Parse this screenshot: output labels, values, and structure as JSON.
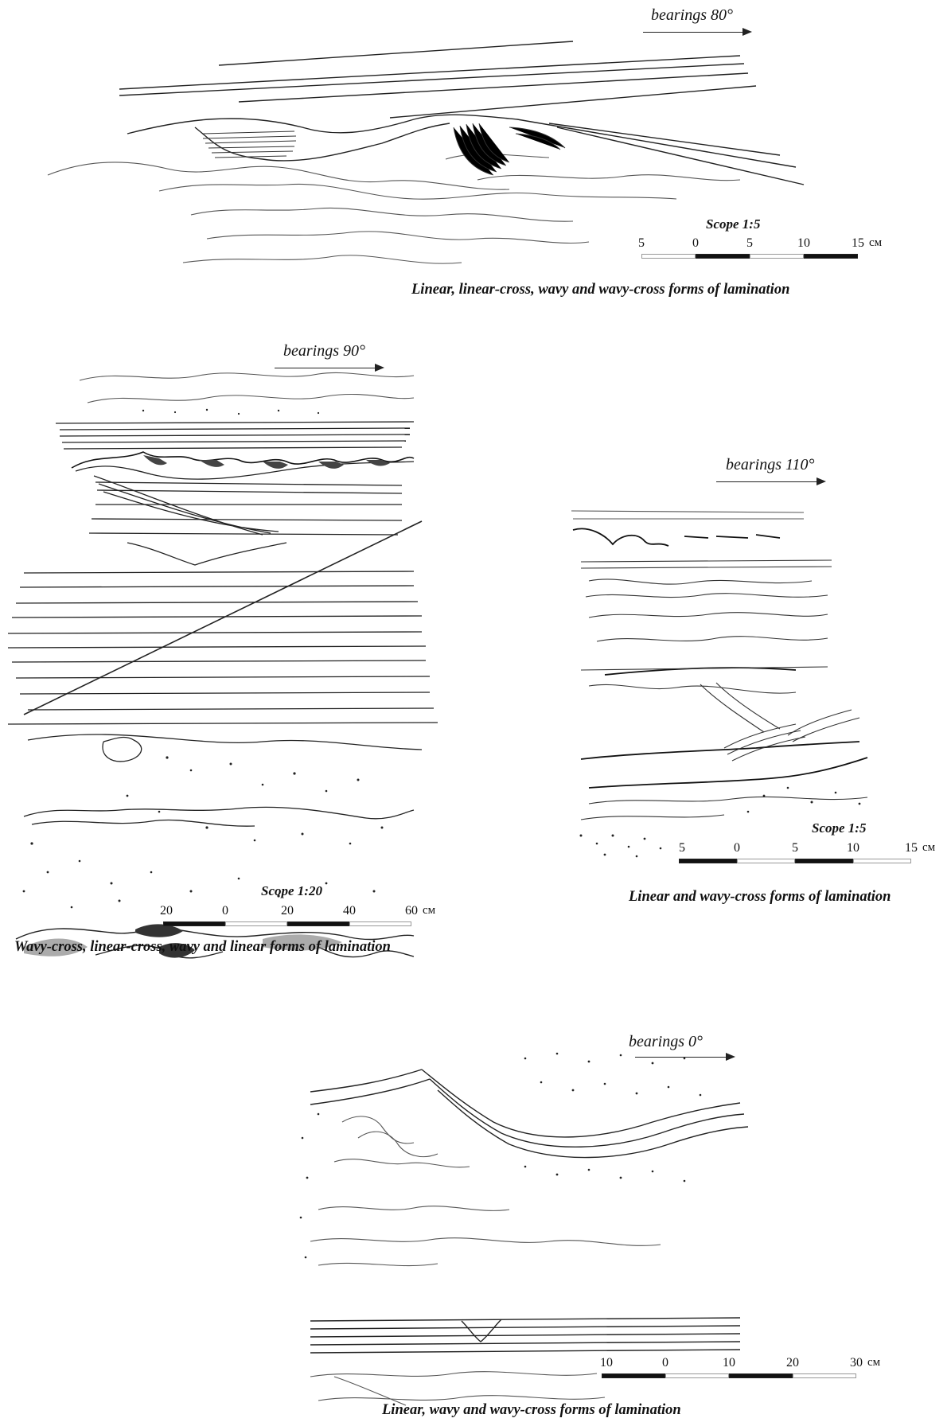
{
  "panels": [
    {
      "bearing": "bearings 80°",
      "scope": "Scope 1:5",
      "scale_ticks": [
        "5",
        "0",
        "5",
        "10",
        "15"
      ],
      "scale_unit": "см",
      "caption": "Linear, linear-cross, wavy and wavy-cross forms of lamination"
    },
    {
      "bearing": "bearings 90°",
      "scope": "Scope 1:20",
      "scale_ticks": [
        "20",
        "0",
        "20",
        "40",
        "60"
      ],
      "scale_unit": "см",
      "caption": "Wavy-cross, linear-cross, wavy and linear forms of lamination"
    },
    {
      "bearing": "bearings 110°",
      "scope": "Scope 1:5",
      "scale_ticks": [
        "5",
        "0",
        "5",
        "10",
        "15"
      ],
      "scale_unit": "см",
      "caption": "Linear and wavy-cross forms of lamination"
    },
    {
      "bearing": "bearings 0°",
      "scope": "",
      "scale_ticks": [
        "10",
        "0",
        "10",
        "20",
        "30"
      ],
      "scale_unit": "см",
      "caption": "Linear, wavy and wavy-cross forms of lamination"
    }
  ],
  "colors": {
    "ink": "#111111",
    "faint": "#9a9a9a",
    "background": "#ffffff"
  }
}
